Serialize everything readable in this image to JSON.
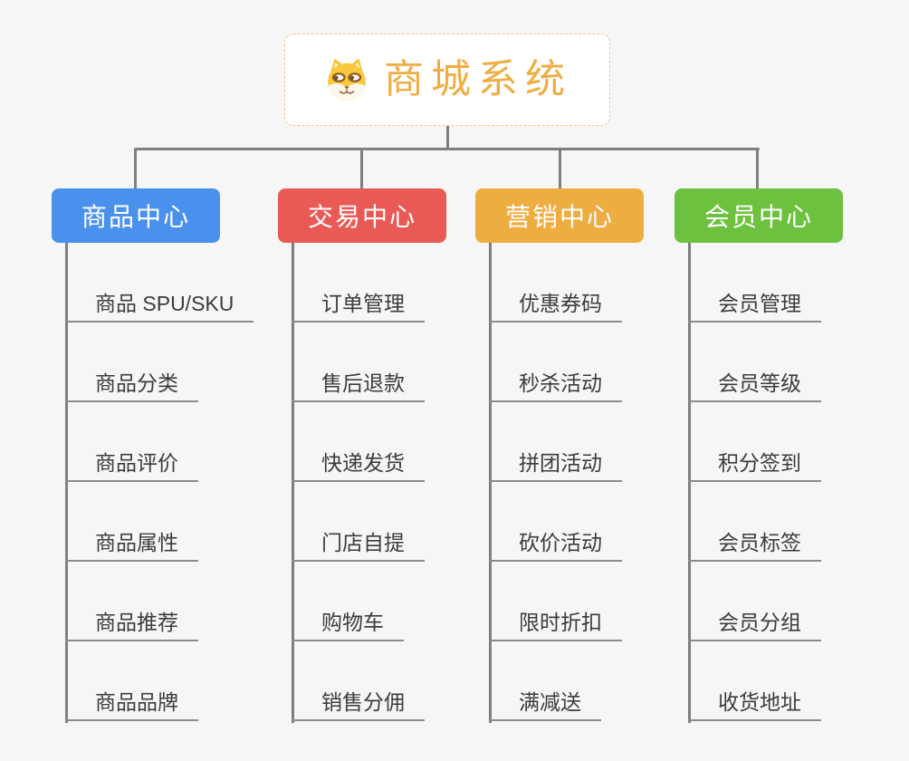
{
  "root": {
    "label": "商城系统",
    "icon": "shiba-dog-icon",
    "title_color": "#f0ad43",
    "border_color": "#f2c27b"
  },
  "branches": [
    {
      "label": "商品中心",
      "color": "#4a91ee",
      "children": [
        "商品 SPU/SKU",
        "商品分类",
        "商品评价",
        "商品属性",
        "商品推荐",
        "商品品牌"
      ]
    },
    {
      "label": "交易中心",
      "color": "#e95a56",
      "children": [
        "订单管理",
        "售后退款",
        "快递发货",
        "门店自提",
        "购物车",
        "销售分佣"
      ]
    },
    {
      "label": "营销中心",
      "color": "#eead41",
      "children": [
        "优惠券码",
        "秒杀活动",
        "拼团活动",
        "砍价活动",
        "限时折扣",
        "满减送"
      ]
    },
    {
      "label": "会员中心",
      "color": "#6cc23e",
      "children": [
        "会员管理",
        "会员等级",
        "积分签到",
        "会员标签",
        "会员分组",
        "收货地址"
      ]
    }
  ],
  "colors": {
    "background": "#f5f6f5",
    "connector_line": "#7f7f7f",
    "leaf_underline": "#8b8b8b",
    "leaf_text": "#3c3c3c"
  }
}
